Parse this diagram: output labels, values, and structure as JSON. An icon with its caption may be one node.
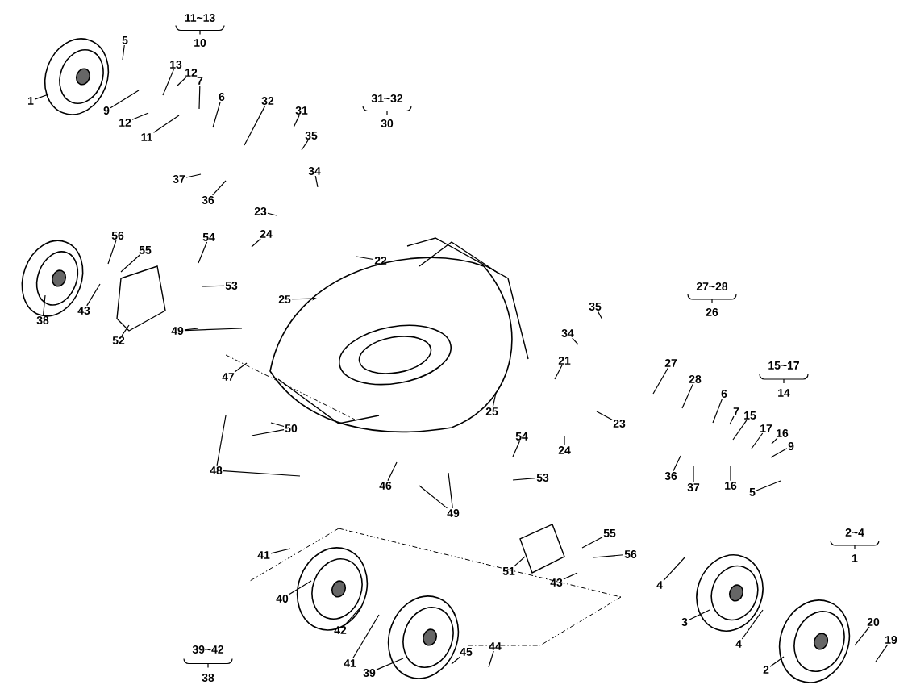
{
  "diagram": {
    "nodes": [
      {
        "text": [
          "1"
        ]
      },
      {
        "text": [
          "5"
        ]
      },
      {
        "text": [
          "9"
        ]
      },
      {
        "text": [
          "13"
        ]
      },
      {
        "text": [
          "12"
        ]
      },
      {
        "text": [
          "12"
        ]
      },
      {
        "text": [
          "11"
        ]
      },
      {
        "text": [
          "7"
        ]
      },
      {
        "text": [
          "6"
        ]
      },
      {
        "text": [
          "32"
        ]
      },
      {
        "text": [
          "31"
        ]
      },
      {
        "text": [
          "35"
        ]
      },
      {
        "text": [
          "34"
        ]
      },
      {
        "text": [
          "37"
        ]
      },
      {
        "text": [
          "36"
        ]
      },
      {
        "text": [
          "23"
        ]
      },
      {
        "text": [
          "24"
        ]
      },
      {
        "text": [
          "22"
        ]
      },
      {
        "text": [
          "25"
        ]
      },
      {
        "text": [
          "56"
        ]
      },
      {
        "text": [
          "55"
        ]
      },
      {
        "text": [
          "54"
        ]
      },
      {
        "text": [
          "53"
        ]
      },
      {
        "text": [
          "38"
        ]
      },
      {
        "text": [
          "43"
        ]
      },
      {
        "text": [
          "52"
        ]
      },
      {
        "text": [
          "49"
        ]
      },
      {
        "text": [
          "47"
        ]
      },
      {
        "text": [
          "50"
        ]
      },
      {
        "text": [
          "48"
        ]
      },
      {
        "text": [
          "46"
        ]
      },
      {
        "text": [
          "49"
        ]
      },
      {
        "text": [
          "21"
        ]
      },
      {
        "text": [
          "35"
        ]
      },
      {
        "text": [
          "34"
        ]
      },
      {
        "text": [
          "27"
        ]
      },
      {
        "text": [
          "28"
        ]
      },
      {
        "text": [
          "6"
        ]
      },
      {
        "text": [
          "7"
        ]
      },
      {
        "text": [
          "15"
        ]
      },
      {
        "text": [
          "17"
        ]
      },
      {
        "text": [
          "16"
        ]
      },
      {
        "text": [
          "9"
        ]
      },
      {
        "text": [
          "16"
        ]
      },
      {
        "text": [
          "5"
        ]
      },
      {
        "text": [
          "36"
        ]
      },
      {
        "text": [
          "37"
        ]
      },
      {
        "text": [
          "25"
        ]
      },
      {
        "text": [
          "23"
        ]
      },
      {
        "text": [
          "24"
        ]
      },
      {
        "text": [
          "54"
        ]
      },
      {
        "text": [
          "53"
        ]
      },
      {
        "text": [
          "55"
        ]
      },
      {
        "text": [
          "56"
        ]
      },
      {
        "text": [
          "51"
        ]
      },
      {
        "text": [
          "43"
        ]
      },
      {
        "text": [
          "4"
        ]
      },
      {
        "text": [
          "3"
        ]
      },
      {
        "text": [
          "4"
        ]
      },
      {
        "text": [
          "2"
        ]
      },
      {
        "text": [
          "20"
        ]
      },
      {
        "text": [
          "19"
        ]
      },
      {
        "text": [
          "41"
        ]
      },
      {
        "text": [
          "40"
        ]
      },
      {
        "text": [
          "42"
        ]
      },
      {
        "text": [
          "41"
        ]
      },
      {
        "text": [
          "39"
        ]
      },
      {
        "text": [
          "45"
        ]
      },
      {
        "text": [
          "44"
        ]
      }
    ],
    "edges": [
      {
        "from": 0,
        "to": null,
        "arrow": "none"
      },
      {
        "from": 1,
        "to": null,
        "arrow": "none"
      },
      {
        "from": 2,
        "to": null,
        "arrow": "none"
      },
      {
        "from": 3,
        "to": null,
        "arrow": "none"
      },
      {
        "from": 4,
        "to": null,
        "arrow": "none"
      },
      {
        "from": 5,
        "to": null,
        "arrow": "none"
      },
      {
        "from": 6,
        "to": null,
        "arrow": "none"
      },
      {
        "from": 7,
        "to": null,
        "arrow": "none"
      },
      {
        "from": 8,
        "to": null,
        "arrow": "none"
      },
      {
        "from": 9,
        "to": null,
        "arrow": "none"
      },
      {
        "from": 10,
        "to": null,
        "arrow": "none"
      },
      {
        "from": 11,
        "to": null,
        "arrow": "none"
      },
      {
        "from": 12,
        "to": null,
        "arrow": "none"
      },
      {
        "from": 13,
        "to": null,
        "arrow": "none"
      },
      {
        "from": 14,
        "to": null,
        "arrow": "none"
      },
      {
        "from": 15,
        "to": null,
        "arrow": "none"
      },
      {
        "from": 16,
        "to": null,
        "arrow": "none"
      },
      {
        "from": 17,
        "to": null,
        "arrow": "none"
      },
      {
        "from": 18,
        "to": null,
        "arrow": "to"
      },
      {
        "from": 19,
        "to": null,
        "arrow": "none"
      },
      {
        "from": 20,
        "to": null,
        "arrow": "none"
      },
      {
        "from": 21,
        "to": null,
        "arrow": "none"
      },
      {
        "from": 22,
        "to": null,
        "arrow": "none"
      },
      {
        "from": 23,
        "to": null,
        "arrow": "none"
      },
      {
        "from": 24,
        "to": null,
        "arrow": "none"
      },
      {
        "from": 25,
        "to": null,
        "arrow": "none"
      },
      {
        "from": 26,
        "to": null,
        "arrow": "none"
      },
      {
        "from": 26,
        "to": null,
        "arrow": "none"
      },
      {
        "from": 27,
        "to": null,
        "arrow": "none"
      },
      {
        "from": 28,
        "to": null,
        "arrow": "none"
      },
      {
        "from": 28,
        "to": null,
        "arrow": "none"
      },
      {
        "from": 29,
        "to": null,
        "arrow": "none"
      },
      {
        "from": 29,
        "to": null,
        "arrow": "none"
      },
      {
        "from": 30,
        "to": null,
        "arrow": "none"
      },
      {
        "from": 31,
        "to": null,
        "arrow": "none"
      },
      {
        "from": 31,
        "to": null,
        "arrow": "none"
      },
      {
        "from": 32,
        "to": null,
        "arrow": "none"
      },
      {
        "from": 33,
        "to": null,
        "arrow": "none"
      },
      {
        "from": 34,
        "to": null,
        "arrow": "none"
      },
      {
        "from": 35,
        "to": null,
        "arrow": "none"
      },
      {
        "from": 36,
        "to": null,
        "arrow": "none"
      },
      {
        "from": 37,
        "to": null,
        "arrow": "none"
      },
      {
        "from": 38,
        "to": null,
        "arrow": "none"
      },
      {
        "from": 39,
        "to": null,
        "arrow": "none"
      },
      {
        "from": 40,
        "to": null,
        "arrow": "none"
      },
      {
        "from": 41,
        "to": null,
        "arrow": "none"
      },
      {
        "from": 42,
        "to": null,
        "arrow": "none"
      },
      {
        "from": 43,
        "to": null,
        "arrow": "none"
      },
      {
        "from": 44,
        "to": null,
        "arrow": "none"
      },
      {
        "from": 45,
        "to": null,
        "arrow": "none"
      },
      {
        "from": 46,
        "to": null,
        "arrow": "none"
      },
      {
        "from": 47,
        "to": null,
        "arrow": "none"
      },
      {
        "from": 48,
        "to": null,
        "arrow": "none"
      },
      {
        "from": 49,
        "to": null,
        "arrow": "none"
      },
      {
        "from": 50,
        "to": null,
        "arrow": "none"
      },
      {
        "from": 51,
        "to": null,
        "arrow": "none"
      },
      {
        "from": 52,
        "to": null,
        "arrow": "none"
      },
      {
        "from": 53,
        "to": null,
        "arrow": "none"
      },
      {
        "from": 54,
        "to": null,
        "arrow": "none"
      },
      {
        "from": 55,
        "to": null,
        "arrow": "none"
      },
      {
        "from": 56,
        "to": null,
        "arrow": "none"
      },
      {
        "from": 57,
        "to": null,
        "arrow": "none"
      },
      {
        "from": 58,
        "to": null,
        "arrow": "none"
      },
      {
        "from": 59,
        "to": null,
        "arrow": "none"
      },
      {
        "from": 60,
        "to": null,
        "arrow": "none"
      },
      {
        "from": 61,
        "to": null,
        "arrow": "none"
      },
      {
        "from": 62,
        "to": null,
        "arrow": "none"
      },
      {
        "from": 63,
        "to": null,
        "arrow": "none"
      },
      {
        "from": 64,
        "to": null,
        "arrow": "none"
      },
      {
        "from": 65,
        "to": null,
        "arrow": "none"
      },
      {
        "from": 66,
        "to": null,
        "arrow": "none"
      },
      {
        "from": 67,
        "to": null,
        "arrow": "none"
      },
      {
        "from": 68,
        "to": null,
        "arrow": "none"
      }
    ],
    "labels": [
      "11~13",
      "10",
      "31~32",
      "30",
      "27~28",
      "26",
      "15~17",
      "14",
      "2~4",
      "1",
      "39~42",
      "38"
    ]
  }
}
